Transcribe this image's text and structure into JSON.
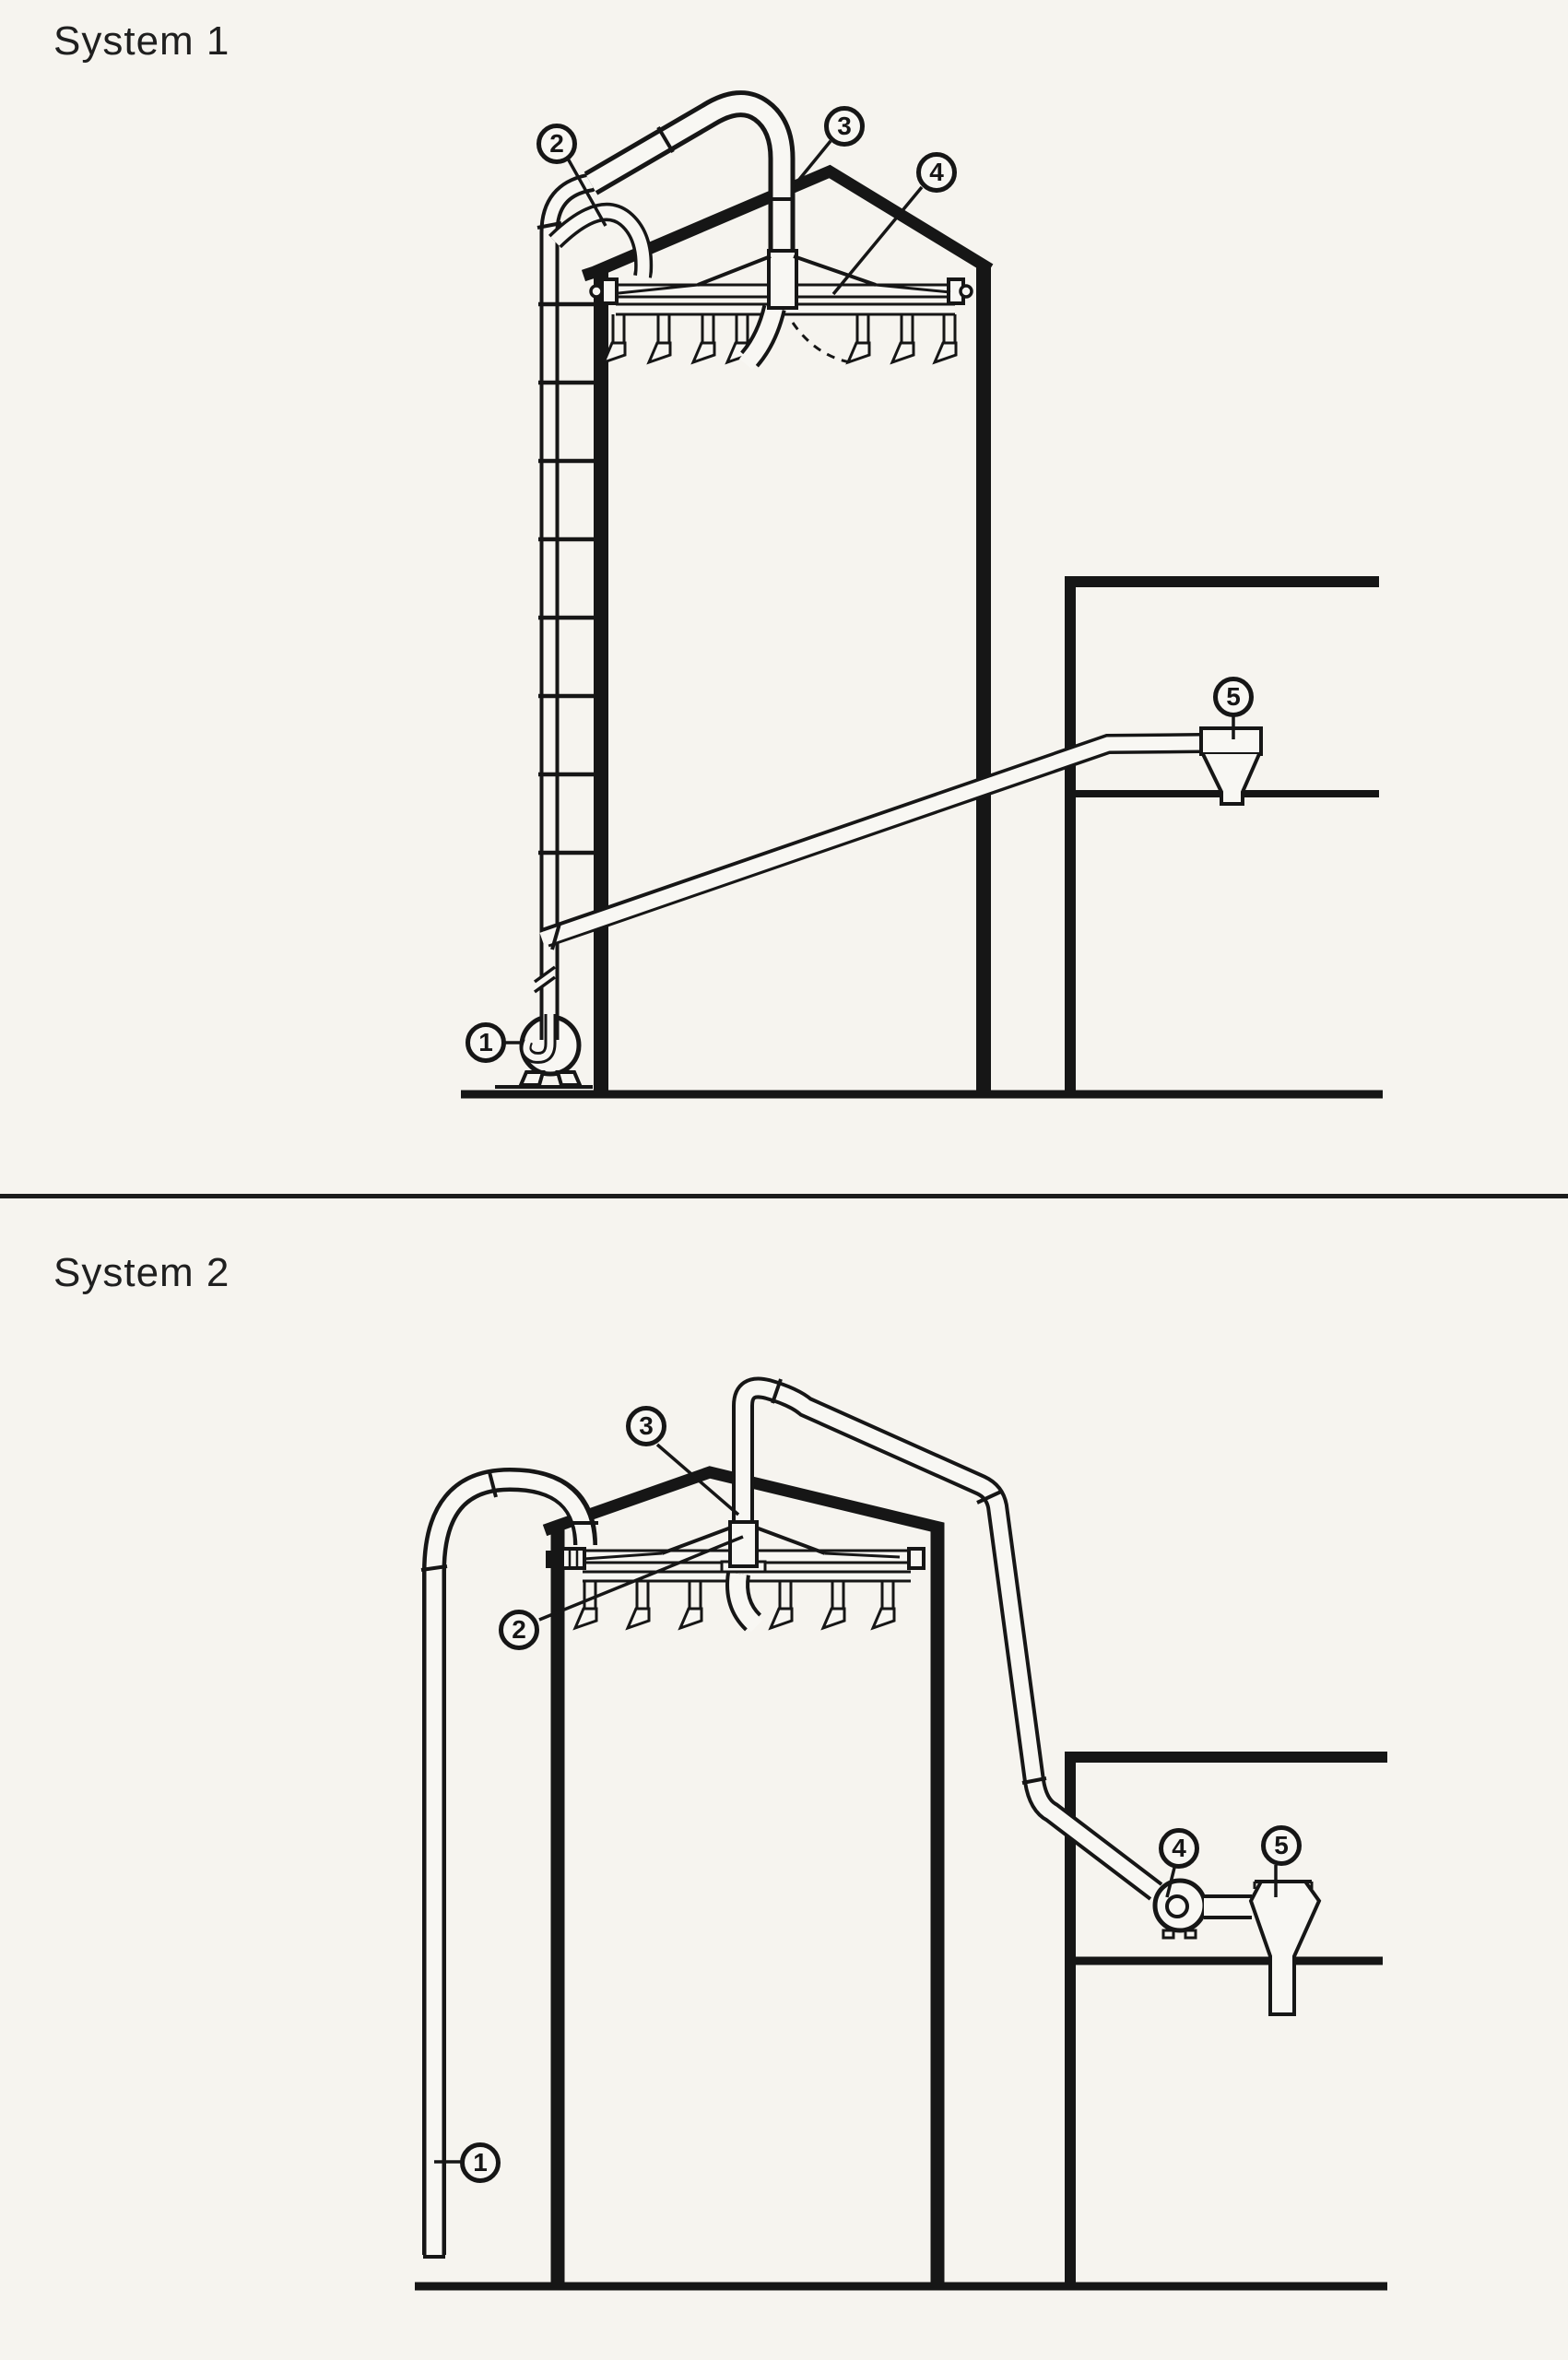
{
  "page": {
    "background_color": "#f6f4ef",
    "ink_color": "#161616"
  },
  "systems": [
    {
      "label": "System 1",
      "callouts": [
        {
          "number": "1"
        },
        {
          "number": "2"
        },
        {
          "number": "3"
        },
        {
          "number": "4"
        },
        {
          "number": "5"
        }
      ]
    },
    {
      "label": "System 2",
      "callouts": [
        {
          "number": "1"
        },
        {
          "number": "2"
        },
        {
          "number": "3"
        },
        {
          "number": "4"
        },
        {
          "number": "5"
        }
      ]
    }
  ]
}
